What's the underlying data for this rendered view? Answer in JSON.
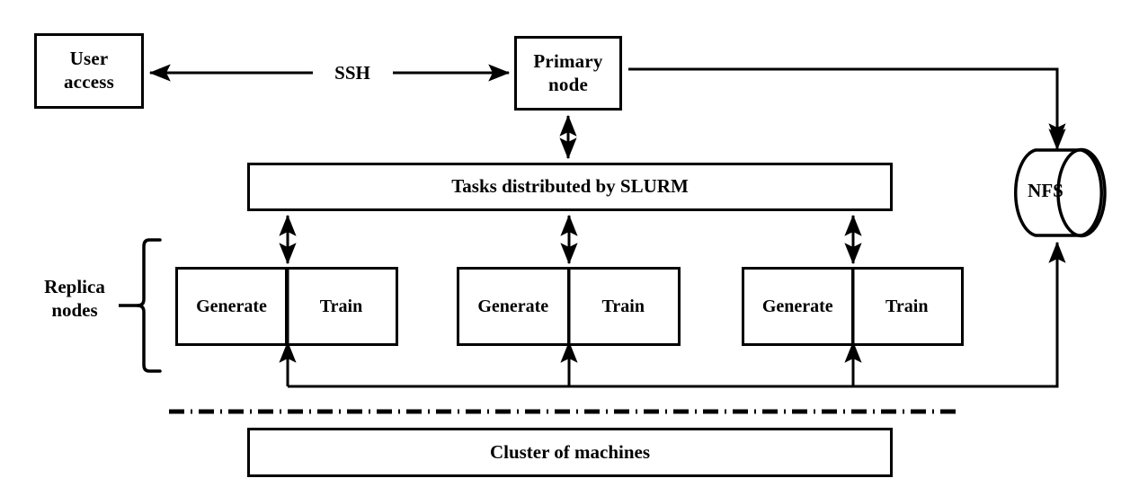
{
  "diagram": {
    "title": "Cluster architecture: user access via SSH to primary node, tasks distributed by SLURM to replica nodes with shared NFS storage",
    "colors": {
      "stroke": "#000000",
      "background": "#ffffff",
      "text": "#000000"
    },
    "nodes": {
      "user_access": {
        "label": "User\naccess"
      },
      "primary_node": {
        "label": "Primary\nnode"
      },
      "slurm_bar": {
        "label": "Tasks distributed by SLURM"
      },
      "cluster_bar": {
        "label": "Cluster of machines"
      },
      "nfs": {
        "label": "NFS"
      }
    },
    "labels": {
      "ssh": "SSH",
      "replica_nodes": "Replica\nnodes"
    },
    "replica_groups": [
      {
        "generate": "Generate",
        "train": "Train"
      },
      {
        "generate": "Generate",
        "train": "Train"
      },
      {
        "generate": "Generate",
        "train": "Train"
      }
    ]
  }
}
